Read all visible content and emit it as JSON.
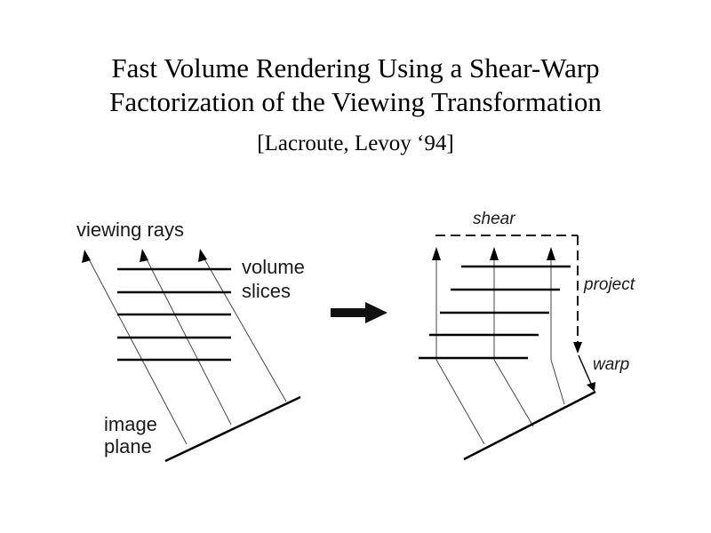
{
  "slide": {
    "title_line1": "Fast Volume Rendering Using a Shear-Warp",
    "title_line2": "Factorization of the Viewing Transformation",
    "citation": "[Lacroute, Levoy ‘94]"
  },
  "left_diagram": {
    "label_viewing_rays": "viewing rays",
    "label_volume": "volume",
    "label_slices": "slices",
    "label_image": "image",
    "label_plane": "plane"
  },
  "right_diagram": {
    "label_shear": "shear",
    "label_project": "project",
    "label_warp": "warp"
  }
}
